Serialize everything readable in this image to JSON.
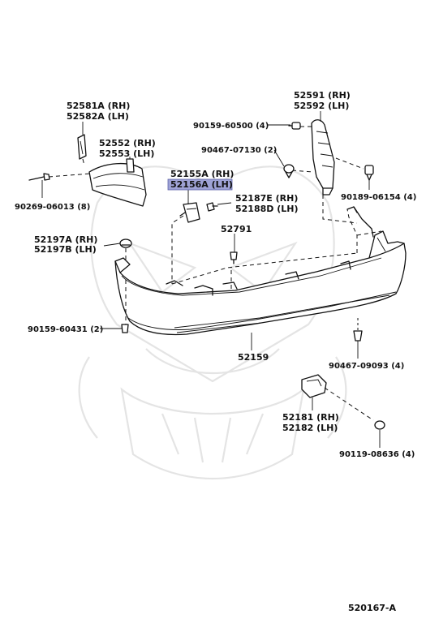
{
  "labels": {
    "p52581a": "52581A (RH)",
    "p52582a": "52582A (LH)",
    "p52552": "52552 (RH)",
    "p52553": "52553 (LH)",
    "p90269": "90269-06013 (8)",
    "p52155a": "52155A (RH)",
    "p52156a": "52156A (LH)",
    "p52187e": "52187E (RH)",
    "p52188d": "52188D (LH)",
    "p52197a": "52197A (RH)",
    "p52197b": "52197B (LH)",
    "p52791": "52791",
    "p90159_60431": "90159-60431 (2)",
    "p52159": "52159",
    "p52591": "52591 (RH)",
    "p52592": "52592 (LH)",
    "p90159_60500": "90159-60500 (4)",
    "p90467_07130": "90467-07130 (2)",
    "p90189": "90189-06154 (4)",
    "p90467_09093": "90467-09093 (4)",
    "p52181": "52181 (RH)",
    "p52182": "52182 (LH)",
    "p90119": "90119-08636 (4)",
    "figure_code": "520167-A"
  },
  "highlight": {
    "part": "52156A (LH)",
    "color": "#9fa3d6"
  },
  "colors": {
    "line": "#111111",
    "watermark": "#e4e4e4"
  }
}
